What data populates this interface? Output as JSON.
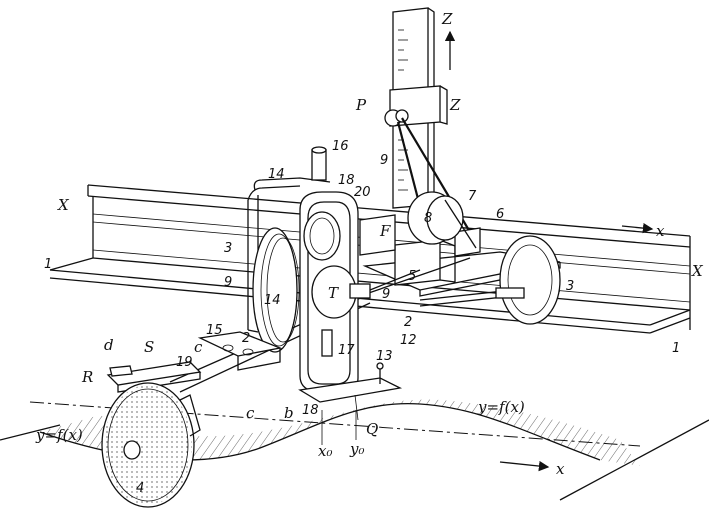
{
  "labels": {
    "X_left": "X",
    "X_right": "X",
    "Z_rod": "Z",
    "Z_block": "Z",
    "P": "P",
    "F": "F",
    "T": "T",
    "S": "S",
    "R": "R",
    "Q": "Q",
    "d": "d",
    "c1": "c",
    "c2": "c",
    "b": "b",
    "x_axis_top": "x",
    "x_axis_bottom": "x",
    "x0": "x₀",
    "y0": "y₀",
    "curve_right": "y=f(x)",
    "curve_left": "y=f(x)",
    "n1_left": "1",
    "n1_right": "1",
    "n2_a": "2",
    "n2_b": "2",
    "n3_left": "3",
    "n3_right": "3",
    "n4": "4",
    "n5": "5",
    "n6": "6",
    "n7": "7",
    "n8": "8",
    "n9_rod": "9",
    "n9_left": "9",
    "n9_mid": "9",
    "n12": "12",
    "n13": "13",
    "n14_top": "14",
    "n14_mid": "14",
    "n15": "15",
    "n16": "16",
    "n17": "17",
    "n18_top": "18",
    "n18_bot": "18",
    "n19": "19",
    "n20": "20"
  }
}
